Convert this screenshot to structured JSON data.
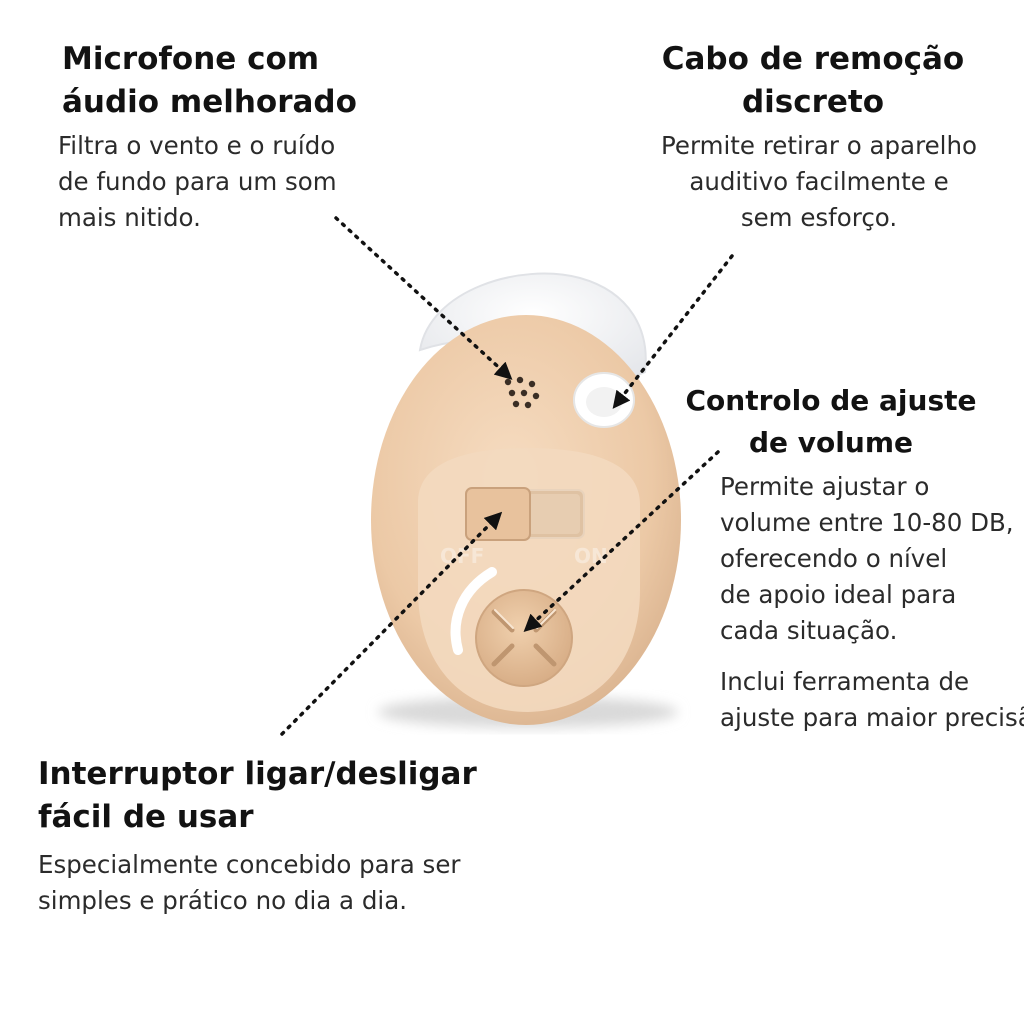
{
  "callouts": {
    "microphone": {
      "title_lines": [
        "Microfone com",
        "áudio melhorado"
      ],
      "desc_lines": [
        "Filtra o vento e o ruído",
        "de fundo para um som",
        "mais nitido."
      ]
    },
    "removal": {
      "title_lines": [
        "Cabo de remoção",
        "discreto"
      ],
      "desc_lines": [
        "Permite retirar o aparelho",
        "auditivo facilmente e",
        "sem esforço."
      ]
    },
    "volume": {
      "title_lines": [
        "Controlo de ajuste",
        "de volume"
      ],
      "desc_lines": [
        "Permite ajustar o",
        "volume entre 10-80 DB,",
        "oferecendo o nível",
        "de apoio ideal para",
        "cada situação."
      ],
      "extra_lines": [
        "Inclui ferramenta de",
        "ajuste para maior precisão"
      ]
    },
    "switch": {
      "title_lines": [
        "Interruptor ligar/desligar",
        "fácil de usar"
      ],
      "desc_lines": [
        "Especialmente concebido para ser",
        "simples e prático no dia a dia."
      ]
    }
  },
  "device": {
    "switch_off_label": "OFF",
    "switch_on_label": "ON",
    "body_color": "#efcfae",
    "face_color": "#f4dcc2",
    "dot_color": "#3a2e25"
  }
}
